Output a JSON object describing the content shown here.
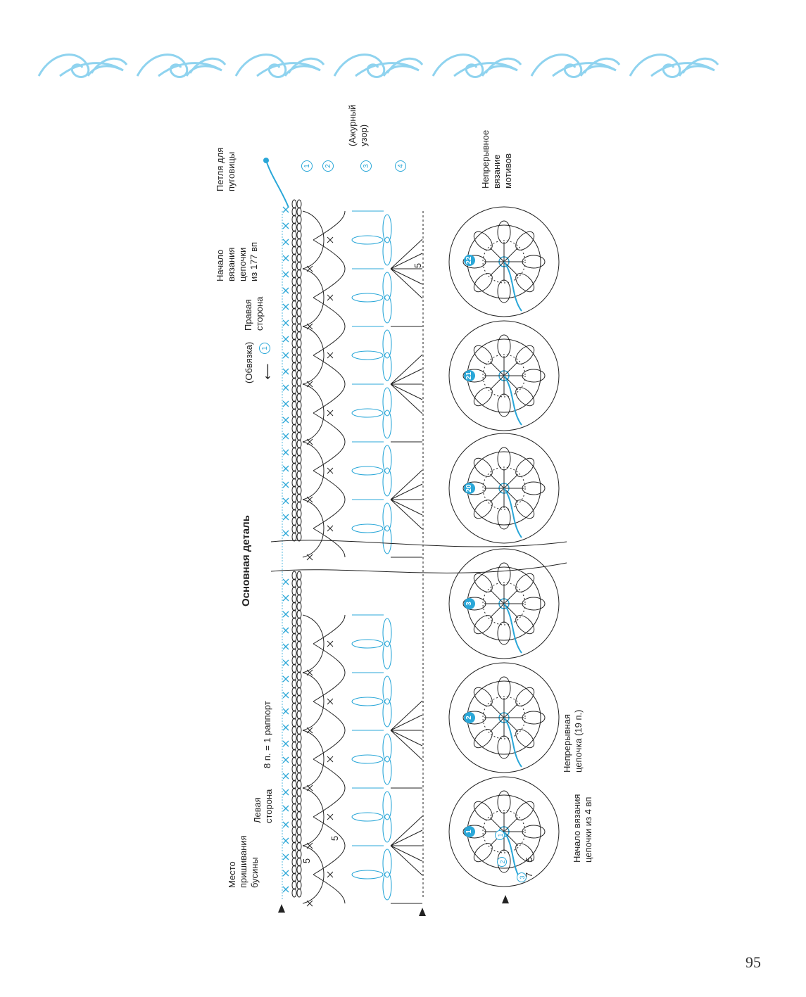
{
  "page": {
    "number": "95"
  },
  "colors": {
    "accent": "#2aa7d8",
    "ornament": "#8fd3ef",
    "ink": "#222222"
  },
  "title": "Основная деталь",
  "labels": {
    "button_loop": [
      "Петля для",
      "пуговицы"
    ],
    "chain_start": [
      "Начало",
      "вязания",
      "цепочки",
      "из 177 вп"
    ],
    "right_side": [
      "Правая",
      "сторона"
    ],
    "edging": "(Обвязка)",
    "lace_pattern": [
      "(Ажурный",
      "узор)"
    ],
    "continuous_motifs": [
      "Непрерывное",
      "вязание",
      "мотивов"
    ],
    "bead_place": [
      "Место",
      "пришивания",
      "бусины"
    ],
    "left_side": [
      "Левая",
      "сторона"
    ],
    "repeat": "8 п. = 1 раппорт",
    "continuous_chain": [
      "Непрерывная",
      "цепочка (19 п.)"
    ],
    "motif_start": [
      "Начало вязания",
      "цепочки из 4 вп"
    ]
  },
  "row_markers": [
    "1",
    "2",
    "3",
    "4"
  ],
  "edging_row": "1",
  "motif_numbers": [
    "22",
    "21",
    "20",
    "3",
    "2",
    "1"
  ],
  "motif_round_labels": [
    "1",
    "2",
    "3"
  ],
  "stitch_counts": [
    "5",
    "5",
    "5",
    "5",
    "7"
  ],
  "icons": {
    "row_arrow_left": "arrow-left-icon",
    "row_arrow_up": "arrow-up-icon",
    "row_arrow_down": "arrow-down-icon",
    "start_mark": "triangle-marker-icon"
  }
}
